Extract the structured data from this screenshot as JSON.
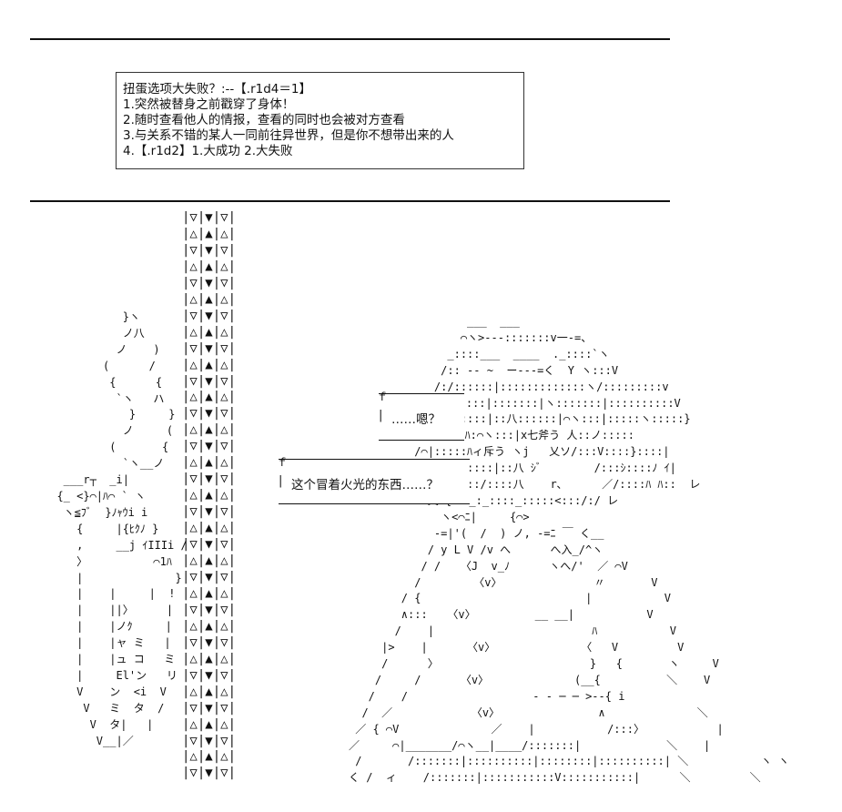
{
  "choice_box": {
    "lines": [
      "扭蛋选项大失败？:--【.r1d4＝1】",
      "1.突然被替身之前戳穿了身体！",
      "2.随时查看他人的情报，查看的同时也会被对方查看",
      "3.与关系不错的某人一同前往异世界，但是你不想带出来的人",
      "4.【.r1d2】1.大成功 2.大失败"
    ]
  },
  "speech": {
    "hmm": "……嗯？",
    "fire": "这个冒着火光的东西……？"
  },
  "art": {
    "pillar": "|▽|▼|▽|\n|△|▲|△|\n|▽|▼|▽|\n|△|▲|△|\n|▽|▼|▽|\n|△|▲|△|\n|▽|▼|▽|\n|△|▲|△|\n|▽|▼|▽|\n|△|▲|△|\n|▽|▼|▽|\n|△|▲|△|\n|▽|▼|▽|\n|△|▲|△|\n|▽|▼|▽|\n|△|▲|△|\n|▽|▼|▽|\n|△|▲|△|\n|▽|▼|▽|\n|△|▲|△|\n|▽|▼|▽|\n|△|▲|△|\n|▽|▼|▽|\n|△|▲|△|\n|▽|▼|▽|\n|△|▲|△|\n|▽|▼|▽|\n|△|▲|△|\n|▽|▼|▽|\n|△|▲|△|\n|▽|▼|▽|\n|△|▲|△|\n|▽|▼|▽|\n|△|▲|△|\n|▽|▼|▽|",
    "torch": "            }ヽ\n            ノ八\n           ノ    )\n         (      /\n          {      {\n           `ヽ   ハ\n             }     }\n            ノ     (\n          (       {\n            `ヽ__ノ\n   ___r┬  _i|\n  {_ <}⌒|ﾊ⌒ ` ヽ\n   ヽ≦ﾌﾞ  }ﾉｬｳi i\n     {     |{ﾋｸﾉ }\n     ,     __j ｲIIIi /\n     〉          ⌒1ﾊ\n     |              }\n     |    |     |  !\n     |    ||〉     |\n     |    |ノｸ     |\n     |    |ャ ミ   |\n     |    |ュ コ   ミ\n     |     El'ン   リ\n     V    ン  <i  V\n      V   ミ  タ  /\n       V  タ|   |\n        V__|／",
    "figure": "                  ___  ___\n                 ⌒ヽ>---:::::::v一-=、\n               _::::___  ____  ._::::`ヽ\n              /:: -- ~  ー---=く  Y ヽ:::V\n             /:/::::::|:::::::::::::ヽ/:::::::::v\n            ､::::::::|:::::::|ヽ:::::::|::::::::::V\n           ::::|:::::|::八::::::|⌒ヽ:::|:::::ヽ:::::}\n          ::::乂::ﾊ:⌒ヽ:::|x七斧う 人::ノ:::::\n          /⌒|:::::ﾊィ斥う ヽj   乂ソ/:::V::::}::::|\n         /    |:::::::|::八 ｼﾞ        /:::ｼ::::ﾉ ｲ|\n             |::::::/::::八    r､      ／/::::ﾊ ﾊ::  レ\n            乂 {ヽ>_:_::::_:::::<:::/:/ レ\n              ヽ<⌒ﾆ|     {⌒>\n             -=|'(  /  ) ノ, -=ﾆ ￣ く__\n            / y L V /v へ      へ入_/^ヽ\n           / /   〈J  v_ﾉ      ヽへ/'  ／ ⌒V\n          /        〈v〉              〃       V\n        / {                         |           V\n        ∧:::   〈v〉         __ __|           V\n       /    |                        ﾊ           V\n     |>    |      〈v〉             〈   V         V\n     /      〉                       }   {       ヽ     V\n    /     /      〈v〉             (__{          ＼    V\n   /    /                   - - ─ ─ >--{ i\n  /  ／            〈v〉               ∧              ＼\n ／ { ⌒V              ／    |           /:::〉           |\n／     ⌒|_______/⌒ヽ__|____/:::::::|             ＼    |\n /       /:::::::|::::::::::|::::::::|::::::::::| ＼           ヽ ヽ\nく /  ィ    /:::::::|:::::::::::V:::::::::::|      ＼         ＼"
  }
}
